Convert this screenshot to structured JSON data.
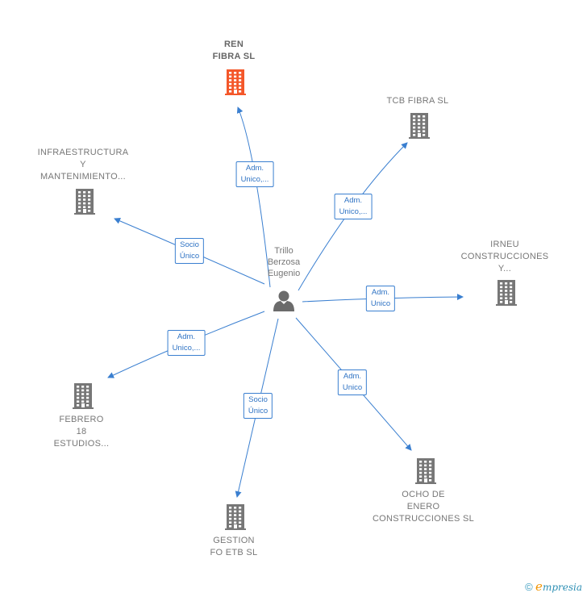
{
  "diagram": {
    "center": {
      "id": "person",
      "lines": [
        "Trillo",
        "Berzosa",
        "Eugenio"
      ]
    },
    "companies": [
      {
        "id": "ren",
        "lines": [
          "REN",
          "FIBRA  SL"
        ],
        "highlight": true,
        "color": "#f4572a"
      },
      {
        "id": "tcb",
        "lines": [
          "TCB FIBRA  SL"
        ],
        "highlight": false,
        "color": "#777777"
      },
      {
        "id": "infra",
        "lines": [
          "INFRAESTRUCTURA",
          "Y",
          "MANTENIMIENTO..."
        ],
        "highlight": false,
        "color": "#777777"
      },
      {
        "id": "irneu",
        "lines": [
          "IRNEU",
          "CONSTRUCCIONES",
          "Y..."
        ],
        "highlight": false,
        "color": "#777777"
      },
      {
        "id": "febrero",
        "lines": [
          "FEBRERO",
          "18",
          "ESTUDIOS..."
        ],
        "highlight": false,
        "color": "#777777"
      },
      {
        "id": "ocho",
        "lines": [
          "OCHO DE",
          "ENERO",
          "CONSTRUCCIONES SL"
        ],
        "highlight": false,
        "color": "#777777"
      },
      {
        "id": "gestion",
        "lines": [
          "GESTION",
          "FO ETB  SL"
        ],
        "highlight": false,
        "color": "#777777"
      }
    ],
    "relations": [
      {
        "to": "ren",
        "lines": [
          "Adm.",
          "Unico,..."
        ]
      },
      {
        "to": "tcb",
        "lines": [
          "Adm.",
          "Unico,..."
        ]
      },
      {
        "to": "infra",
        "lines": [
          "Socio",
          "Único"
        ]
      },
      {
        "to": "irneu",
        "lines": [
          "Adm.",
          "Unico"
        ]
      },
      {
        "to": "febrero",
        "lines": [
          "Adm.",
          "Unico,..."
        ]
      },
      {
        "to": "ocho",
        "lines": [
          "Adm.",
          "Unico"
        ]
      },
      {
        "to": "gestion",
        "lines": [
          "Socio",
          "Único"
        ]
      }
    ],
    "edge_color": "#3a7fd0"
  },
  "branding": {
    "copyright": "©",
    "logo_initial": "e",
    "logo_rest": "mpresia"
  }
}
